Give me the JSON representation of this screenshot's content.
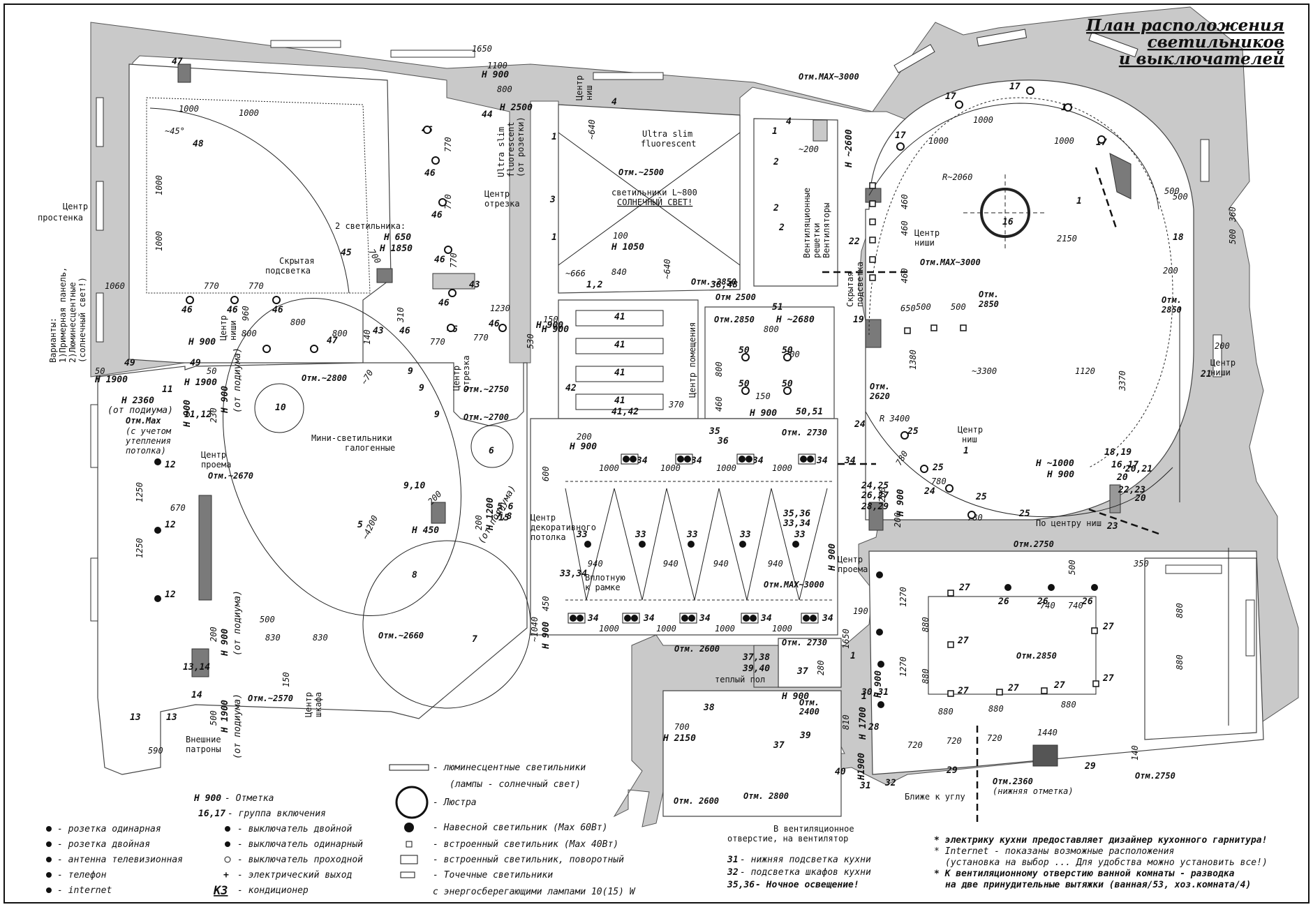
{
  "title_lines": [
    "План расположения",
    "светильников",
    "и выключателей"
  ],
  "room_labels": {
    "otm_2800": "Отм.~2800",
    "otm_2750_a": "Отм.~2750",
    "otm_2700": "Отм.~2700",
    "otm_2660": "Отм.~2660",
    "otm_2570": "Отм.~2570",
    "otm_2670": "Отм.~2670",
    "otm_max": "Отм.Max",
    "otm_max_note1": "(с учетом",
    "otm_max_note2": "утепления",
    "otm_max_note3": "потолка)",
    "otm_2500_a": "Отм.~2500",
    "otm_2850_a": "Отм.~2850",
    "otm_2500_b": "Отм 2500",
    "otm_2850_b": "Отм.2850",
    "otm_2730_a": "Отм. 2730",
    "otm_max3000_a": "Отм.MAX~3000",
    "otm_max3000_b": "Отм.MAX~3000",
    "otm_max3000_c": "Отм.MAX~3000",
    "otm_2600_a": "Отм. 2600",
    "otm_2730_b": "Отм. 2730",
    "otm_2400": "Отм.",
    "otm_2400_v": "2400",
    "otm_2600_b": "Отм. 2600",
    "otm_2800_b": "Отм. 2800",
    "otm_2850_c": "Отм.",
    "otm_2850_c_v": "2850",
    "otm_2850_d": "Отм.",
    "otm_2850_d_v": "2850",
    "otm_2620": "Отм.",
    "otm_2620_v": "2620",
    "otm_2750_b": "Отм.2750",
    "otm_2850_e": "Отм.2850",
    "otm_2750_c": "Отм.2750",
    "otm_2360": "Отм.2360",
    "otm_2360_note": "(нижняя отметка)"
  },
  "notes": {
    "centr_prostenka1": "Центр",
    "centr_prostenka2": "простенка",
    "variants1": "Варианты:",
    "variants2": "1)Примерная панель,",
    "variants3": "2)Люминесцентные",
    "variants4": "(солнечный свет!)",
    "two_lights": "2 светильника:",
    "h650": "H 650",
    "h1850": "H 1850",
    "hidden1": "Скрытая",
    "hidden2": "подсветка",
    "centr_nishi_a1": "Центр",
    "centr_nishi_a2": "ниши",
    "ultra1": "Ultra slim",
    "ultra2": "fluorescent",
    "ultra3": "(от розетки)",
    "centr_otrezka1": "Центр",
    "centr_otrezka2": "отрезка",
    "centr_nish_top1": "Центр",
    "centr_nish_top2": "ниш",
    "ultra_room1": "Ultra slim",
    "ultra_room2": "fluorescent",
    "svetilniki1": "светильники L~800",
    "svetilniki2": "СОЛНЕЧНЫЙ СВЕТ!",
    "vent1": "Вентиляционные",
    "vent2": "решетки",
    "vent3": "Вентиляторы",
    "hidden_right1": "Скрытая",
    "hidden_right2": "подсветка",
    "centr_nishi_b1": "Центр",
    "centr_nishi_b2": "ниши",
    "centr_pom1": "Центр помещения",
    "mini1": "Мини-светильники",
    "mini2": "галогенные",
    "centr_otrezka_b1": "Центр",
    "centr_otrezka_b2": "отрезка",
    "centr_proema1": "Центр",
    "centr_proema2": "проема",
    "from_podium": "(от подиума)",
    "centr_dek1": "Центр",
    "centr_dek2": "декоративного",
    "centr_dek3": "потолка",
    "vplotnuyu1": "Вплотную",
    "vplotnuyu2": "к рамке",
    "centr_nish_r1": "Центр",
    "centr_nish_r2": "ниш",
    "centr_nishi_r1": "Центр",
    "centr_nishi_r2": "ниши",
    "po_centru": "По центру ниш",
    "centr_proema_b1": "Центр",
    "centr_proema_b2": "проема",
    "centr_shkafa1": "Центр",
    "centr_shkafa2": "шкафа",
    "vneshnie1": "Внешние",
    "vneshnie2": "патроны",
    "tepliy": "теплый пол",
    "blizhe": "Ближе к углу",
    "vent_otv1": "В вентиляционное",
    "vent_otv2": "отверстие, на вентилятор"
  },
  "heights": {
    "h900_1": "H 900",
    "h2500": "H 2500",
    "h900_2": "H 900",
    "h1900_a": "H 1900",
    "h2360": "H 2360",
    "h2360_note": "(от подиума)",
    "h1900_b": "H 1900",
    "h900_3": "H 900",
    "h900_pod": "H 900",
    "h1050": "H 1050",
    "h2680": "H ~2680",
    "h2600": "H ~2600",
    "h900_4": "H 900",
    "h900_5": "H 900",
    "h900_6": "H 900",
    "h1200": "H 1200",
    "h450": "H 450",
    "h450_note": "(от подиума)",
    "h900_7": "H 900",
    "h900_8": "H 900",
    "h900_9": "H 900",
    "h900_10": "H 900",
    "h1000": "H ~1000",
    "h900_11": "H 900",
    "h900_12": "H 900",
    "h2150": "H 2150",
    "h900_13": "H 900",
    "h1700": "H 1700",
    "h1900_c": "H1900",
    "h1900_d": "H 1900",
    "h900_14": "H 900"
  },
  "dimensions": {
    "d1650": "1650",
    "d1100": "1100",
    "d800_a": "800",
    "d1000_a": "1000",
    "d1000_b": "1000",
    "d45": "~45°",
    "d1000_c": "1000",
    "d1000_d": "1000",
    "d1060": "1060",
    "d770_a": "770",
    "d770_b": "770",
    "d960": "960",
    "d800_b": "800",
    "d800_c": "800",
    "d800_d": "800",
    "d140": "140",
    "d770_c": "770",
    "d770_d": "770",
    "d770_e": "770",
    "d770_f": "770",
    "d770_g": "770",
    "d1230": "1230",
    "d150_a": "150",
    "d530": "530",
    "d640_a": "~640",
    "d640_b": "~640",
    "d100": "100",
    "d666": "~666",
    "d840": "840",
    "d200_a": "~200",
    "d800_e": "800",
    "d700_a": "700",
    "d800_f": "800",
    "d460_a": "460",
    "d150_b": "150",
    "d370": "370",
    "d200_b": "200",
    "d1000_e": "1000",
    "d1000_f": "1000",
    "d1000_g": "1000",
    "d1000_h": "1000",
    "d600": "600",
    "d940_a": "940",
    "d940_b": "940",
    "d940_c": "940",
    "d940_d": "940",
    "d450": "450",
    "d1040": "~1040",
    "d1000_i": "1000",
    "d1000_j": "1000",
    "d1000_k": "1000",
    "d1000_l": "1000",
    "d1650_b": "1650",
    "d700_b": "700",
    "d280": "280",
    "d810": "810",
    "d190": "190",
    "d1270_a": "1270",
    "d880_a": "880",
    "d1270_b": "1270",
    "d880_b": "880",
    "d740_a": "740",
    "d740_b": "740",
    "d500_a": "500",
    "d350": "350",
    "d880_c": "880",
    "d880_d": "880",
    "d880_e": "880",
    "d880_f": "880",
    "d880_g": "880",
    "d720_a": "720",
    "d720_b": "720",
    "d720_c": "720",
    "d1440": "1440",
    "d140_b": "140",
    "d1000_m": "1000",
    "d1000_n": "1000",
    "d1000_o": "1000",
    "d2060": "R~2060",
    "d2150": "2150",
    "d500_b": "500",
    "d360": "360",
    "d500_c": "500",
    "d200_c": "200",
    "d460_b": "460",
    "d460_c": "460",
    "d460_d": "460",
    "d650": "650",
    "d500_d": "500",
    "d500_e": "500",
    "d1380": "1380",
    "d3300": "~3300",
    "d1120": "1120",
    "d3370": "3370",
    "dR3400": "R 3400",
    "d200_d": "200",
    "d780_a": "780",
    "d780_b": "780",
    "d780_c": "780",
    "d200_e": "200",
    "d1250_a": "1250",
    "d670": "670",
    "d1250_b": "1250",
    "d230": "230",
    "d500_f": "500",
    "d590": "590",
    "d830_a": "830",
    "d830_b": "830",
    "d150_c": "150",
    "d200_f": "200",
    "d500_g": "500",
    "d4200": "~4200",
    "d200_g": "200",
    "d70": "~70",
    "d310": "310",
    "d50_a": "50",
    "d50_b": "50",
    "d200_h": "200",
    "d700_c": "700",
    "d200_i": "200",
    "d500_h": "500"
  },
  "legend_left": [
    "- розетка одинарная",
    "- розетка двойная",
    "- антенна телевизионная",
    "- телефон",
    "- internet"
  ],
  "legend_mid": [
    {
      "key": "H 900",
      "text": " - Отметка"
    },
    {
      "key": "16,17",
      "text": " - группа включения"
    },
    {
      "key": "",
      "text": "- выключатель двойной"
    },
    {
      "key": "",
      "text": "- выключатель одинарный"
    },
    {
      "key": "",
      "text": "- выключатель проходной"
    },
    {
      "key": "+",
      "text": "- электрический выход"
    },
    {
      "key": "КЗ",
      "text": "- кондиционер"
    }
  ],
  "legend_right": [
    "- люминесцентные светильники",
    "(лампы - солнечный свет)",
    "- Люстра",
    "- Навесной светильник (Max 60Вт)",
    "- встроенный светильник (Max 40Вт)",
    "- встроенный светильник, поворотный",
    "- Точечные светильники",
    "с энергосберегающими лампами 10(15) W"
  ],
  "legend_groups": [
    {
      "key": "31",
      "text": " - нижняя подсветка кухни"
    },
    {
      "key": "32",
      "text": " - подсветка шкафов кухни"
    },
    {
      "key": "35,36",
      "text": " - Ночное освещение!"
    }
  ],
  "footnotes": [
    "* электрику кухни предоставляет дизайнер кухонного гарнитура!",
    "* Internet - показаны возможные расположения",
    "(установка на выбор ... Для удобства можно установить все!)",
    "* К вентиляционному отверстию ванной комнаты - разводка",
    "на две принудительные вытяжки (ванная/53, хоз.комната/4)"
  ],
  "colors": {
    "wall": "#c8c8c8",
    "wall_dark": "#7a7a7a",
    "line": "#111111",
    "bg": "#ffffff"
  }
}
